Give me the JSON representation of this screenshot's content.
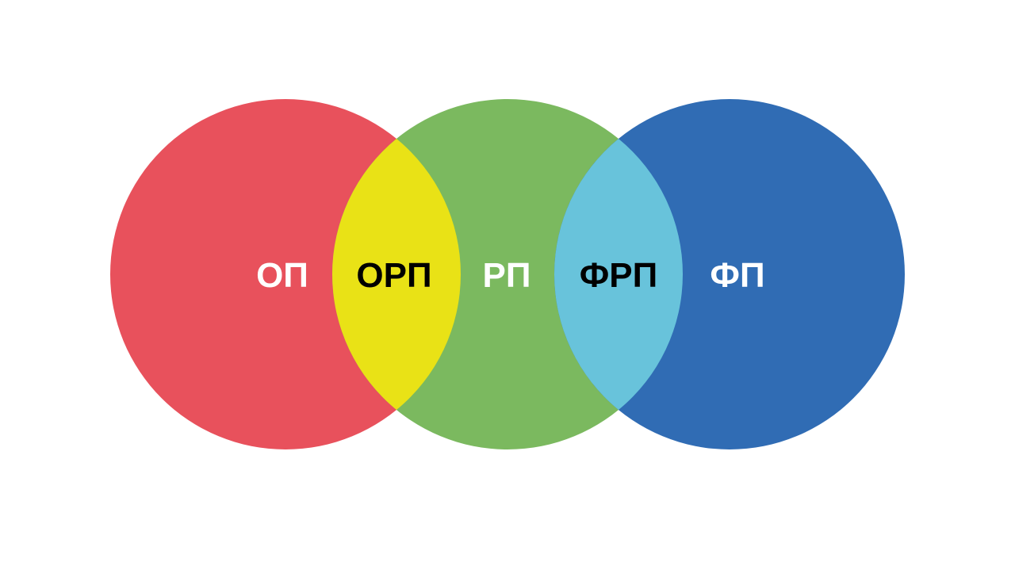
{
  "diagram": {
    "type": "venn",
    "background": "#ffffff",
    "sets": [
      {
        "id": "op",
        "label": "ОП",
        "color": "#e8515c",
        "text_color": "#ffffff"
      },
      {
        "id": "rp",
        "label": "РП",
        "color": "#7bb95f",
        "text_color": "#ffffff"
      },
      {
        "id": "fp",
        "label": "ФП",
        "color": "#306cb4",
        "text_color": "#ffffff"
      }
    ],
    "intersections": [
      {
        "id": "orp",
        "label": "ОРП",
        "of": [
          "ОП",
          "РП"
        ],
        "color": "#e9e216",
        "text_color": "#000000"
      },
      {
        "id": "frp",
        "label": "ФРП",
        "of": [
          "РП",
          "ФП"
        ],
        "color": "#68c3db",
        "text_color": "#000000"
      }
    ]
  }
}
